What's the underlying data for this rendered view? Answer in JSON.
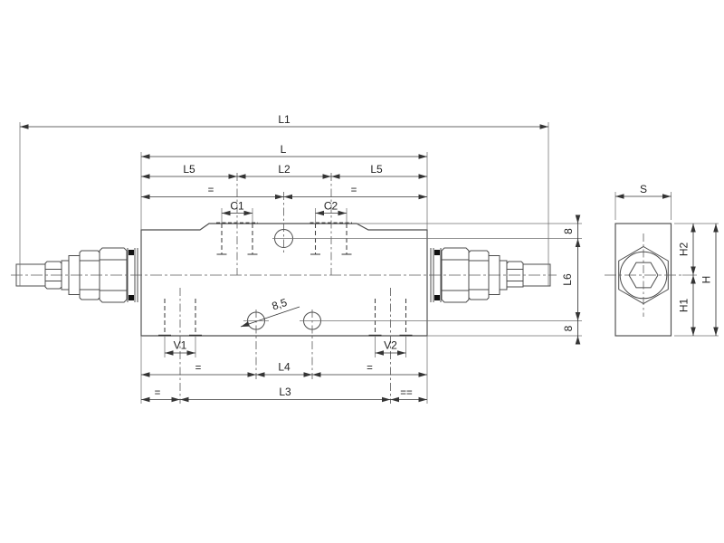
{
  "drawing": {
    "colors": {
      "background": "#ffffff",
      "outline": "#4c4c4c",
      "dimension": "#343434",
      "hidden_line": "#3f3f3f"
    },
    "top_dimensions": {
      "l1": "L1",
      "l": "L",
      "l5_left": "L5",
      "l2": "L2",
      "l5_right": "L5",
      "eq_left": "=",
      "eq_right": "=",
      "c1": "C1",
      "c2": "C2"
    },
    "bottom_dimensions": {
      "hole_diameter": "8,5",
      "v1": "V1",
      "v2": "V2",
      "eq_l4_left": "=",
      "l4": "L4",
      "eq_l4_right": "=",
      "eq_l3_left": "=",
      "l3": "L3",
      "eq_l3_right": "=="
    },
    "right_dimensions": {
      "top_offset": "8",
      "l6": "L6",
      "bottom_offset": "8"
    },
    "side_view_dimensions": {
      "s": "S",
      "h2": "H2",
      "h1": "H1",
      "h": "H"
    }
  }
}
